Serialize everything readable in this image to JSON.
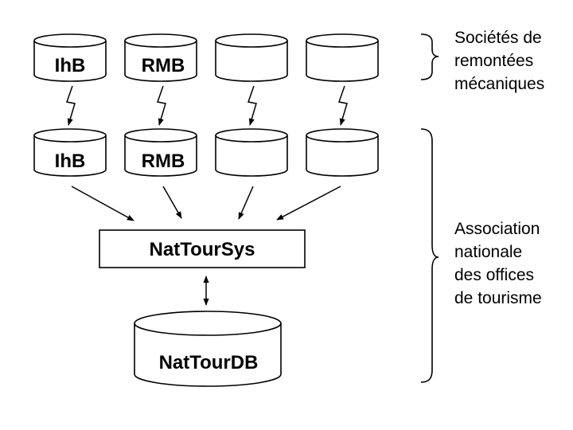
{
  "nodes": {
    "source_db_1": "IhB",
    "source_db_2": "RMB",
    "source_db_3": "",
    "source_db_4": "",
    "replica_db_1": "IhB",
    "replica_db_2": "RMB",
    "replica_db_3": "",
    "replica_db_4": "",
    "system": "NatTourSys",
    "central_db": "NatTourDB"
  },
  "groups": {
    "lift_companies": [
      "Sociétés de",
      "remontées",
      "mécaniques"
    ],
    "tourism_association": [
      "Association",
      "nationale",
      "des offices",
      "de tourisme"
    ]
  }
}
